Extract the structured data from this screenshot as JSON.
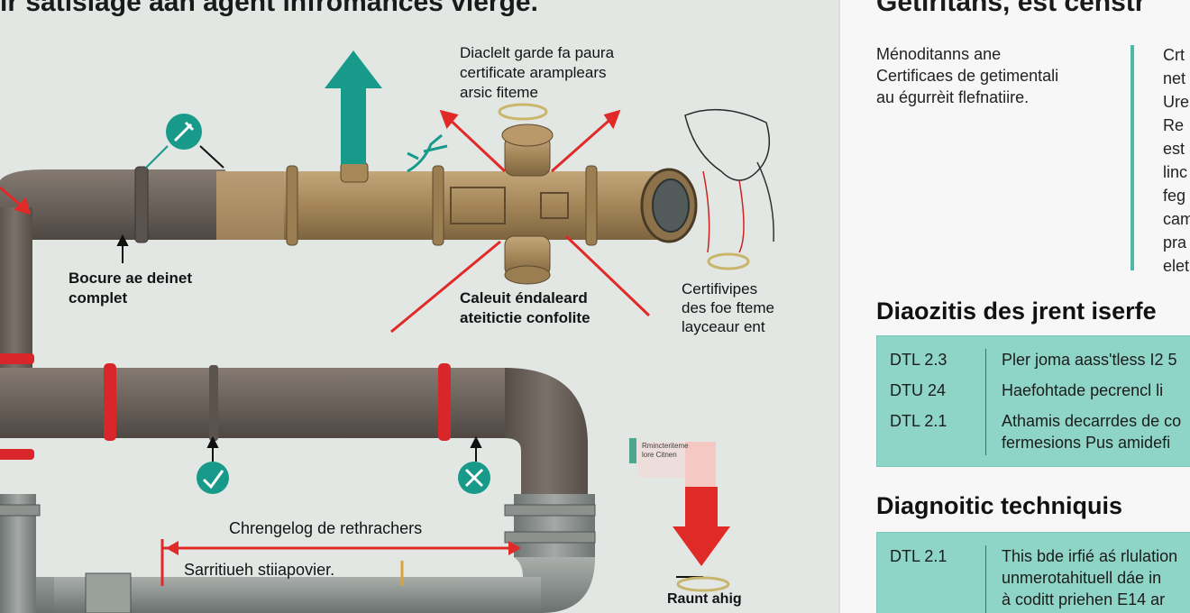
{
  "diagram": {
    "title": "ir satisiage aan agent infromances vierge.",
    "labels": {
      "top_callout": "Diaclelt garde fa paura\ncertificate aramplears\narsic fiteme",
      "left_pipe": "Bocure ae deinet\ncomplet",
      "center_bottom": "Caleuit éndaleard\nateitictie confolite",
      "right_callout": "Certifivipes\ndes foe fteme\nlayceaur ent",
      "small_sign": "Rmincteriteme\nlore Citnen",
      "measure_top": "Chrengelog de rethrachers",
      "measure_bottom": "Sarritiueh stiiapovier.",
      "bottom_right": "Raunt ahig"
    },
    "icons": [
      "wrench-icon",
      "check-icon",
      "cross-icon"
    ],
    "colors": {
      "pipe_gray": "#6b625b",
      "pipe_brass": "#a98b5e",
      "arrow_teal": "#179a89",
      "arrow_red": "#e02a28",
      "clamp_red": "#d8262b"
    }
  },
  "panel": {
    "title": "Getiritans, est censtr",
    "intro_left": "Ménoditanns ane\nCertificaes de getimentali\nau égurrèit flefnatiire.",
    "intro_right": "Crt\nnet\nUre\nRe\nest\nlinc\nfeg\ncam\npra\nelet",
    "section1_title": "Diaozitis des jrent iserfe",
    "section1_rows": [
      {
        "code": "DTL 2.3",
        "text": "Pler joma aass'tless I2 5"
      },
      {
        "code": "DTU 24",
        "text": "Haefohtade pecrencl li"
      },
      {
        "code": "DTL 2.1",
        "text": "Athamis decarrdes de co\nfermesions Pus amidefi"
      }
    ],
    "section2_title": "Diagnoitic techniquis",
    "section2_row": {
      "code": "DTL 2.1",
      "text": "This bde irfié aś rlulation\nunmerotahituell dáe in\nà coditt priehen E14 ar"
    }
  }
}
